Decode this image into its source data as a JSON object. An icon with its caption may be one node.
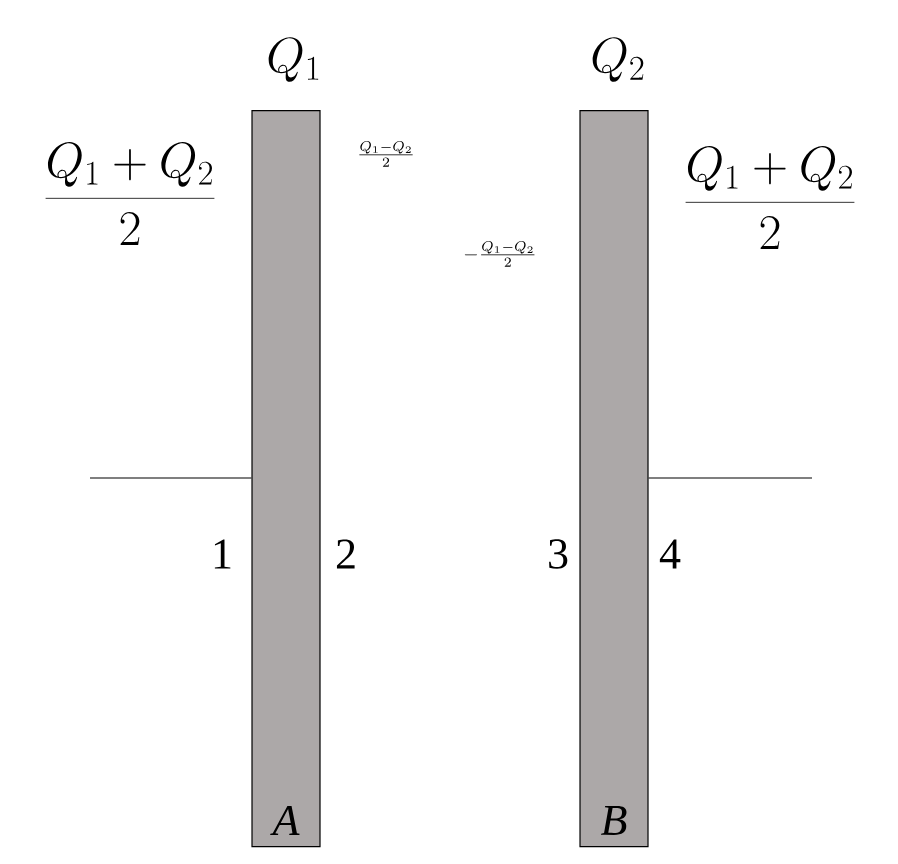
{
  "diagram": {
    "nodes": [
      {
        "text": [
          "A"
        ],
        "beside": [
          "Q_1"
        ]
      },
      {
        "text": [
          "B"
        ],
        "beside": [
          "Q_2"
        ]
      }
    ],
    "edges": [
      {
        "from": null,
        "to": 0,
        "arrow": "none"
      },
      {
        "from": null,
        "to": 1,
        "arrow": "none"
      }
    ],
    "labels": [
      "\\frac{Q_1+Q_2}{2}",
      "\\frac{Q_1-Q_2}{2}",
      "\\frac{Q_1+Q_2}{2}",
      "-\\frac{Q_1-Q_2}{2}",
      "1",
      "2",
      "3",
      "4"
    ]
  }
}
